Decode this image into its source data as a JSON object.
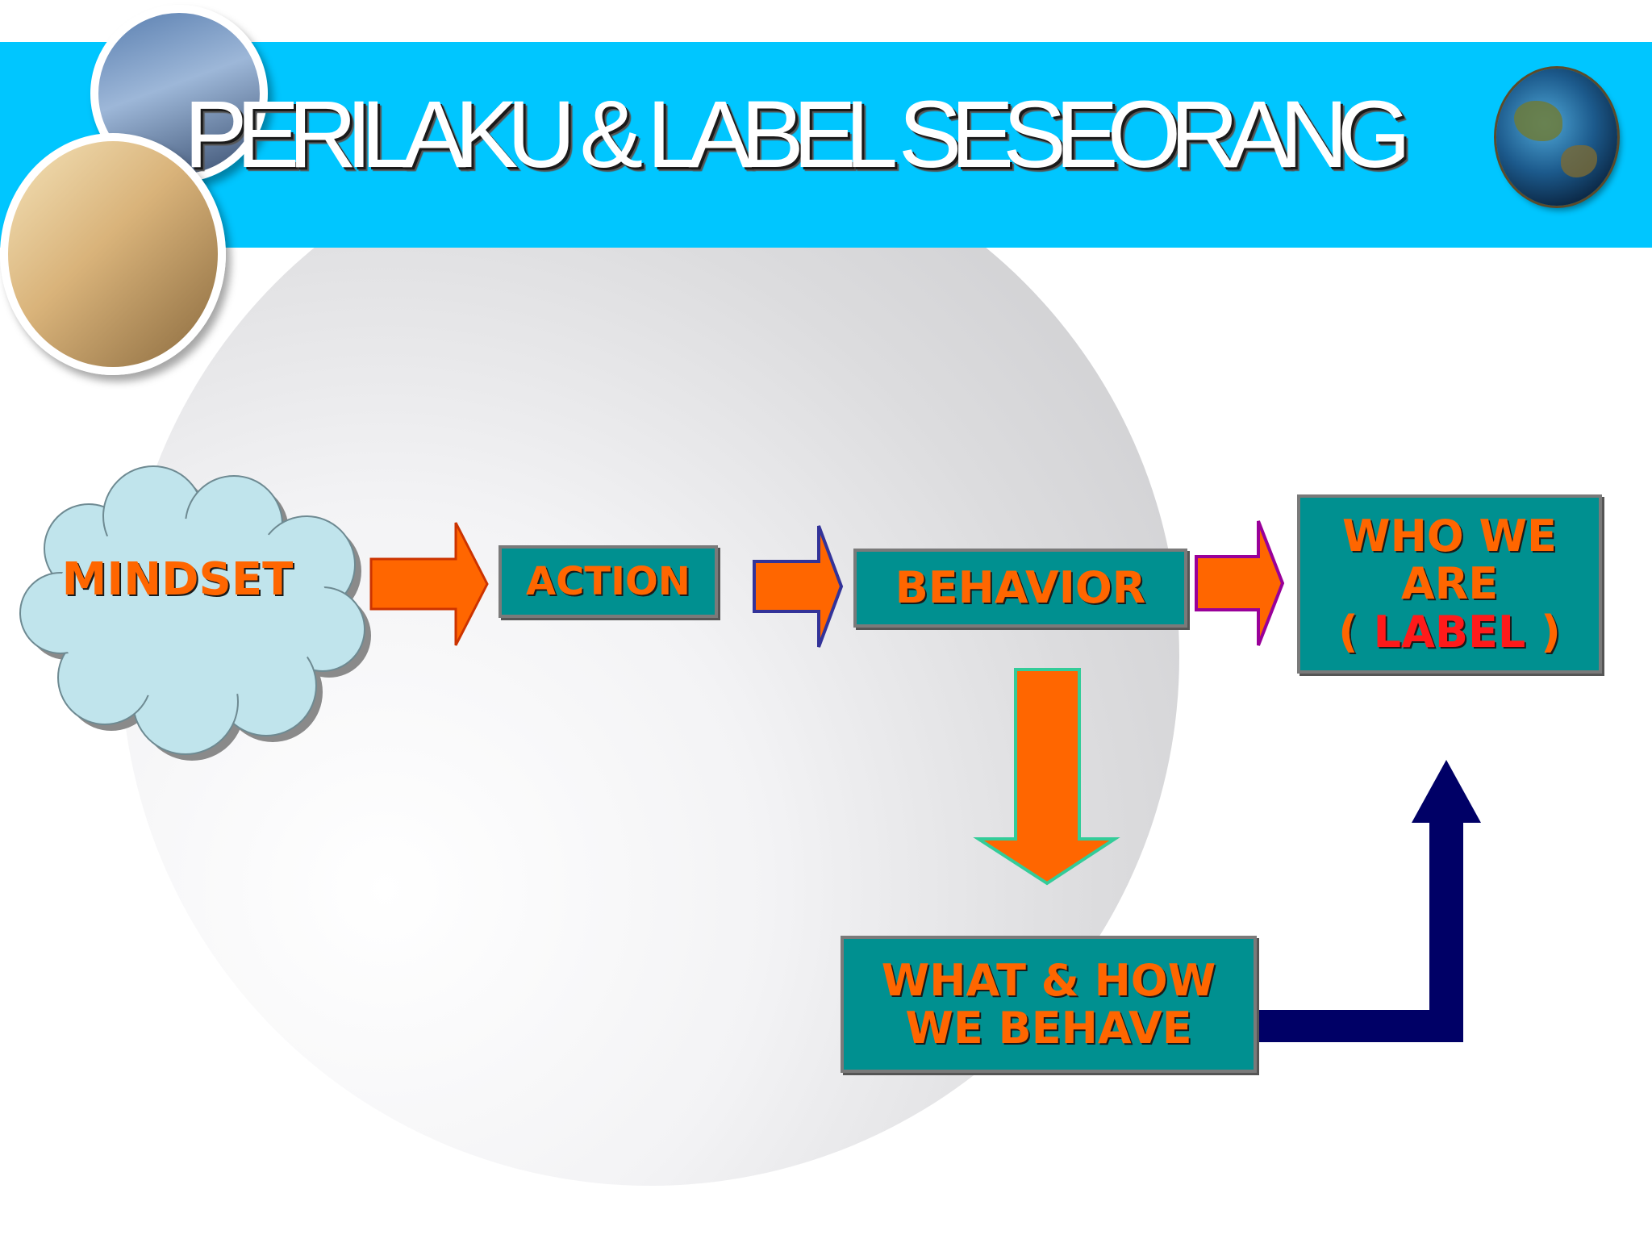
{
  "slide": {
    "title": "PERILAKU & LABEL  SESEORANG"
  },
  "diagram": {
    "nodes": {
      "mindset": "MINDSET",
      "action": "ACTION",
      "behavior": "BEHAVIOR",
      "who_line1": "WHO WE",
      "who_line2": "ARE",
      "who_open": "( ",
      "who_label": "LABEL",
      "who_close": " )",
      "what_line1": "WHAT & HOW",
      "what_line2": "WE BEHAVE"
    },
    "colors": {
      "banner": "#00c6ff",
      "box_fill": "#009090",
      "text_orange": "#ff6600",
      "label_red": "#ff1a1a",
      "arrow_orange": "#ff6600",
      "arrow_navy": "#000066",
      "cloud_fill": "#c0e4ec"
    },
    "icons": [
      "handshake-photo",
      "business-team-photo",
      "globe-icon"
    ]
  }
}
